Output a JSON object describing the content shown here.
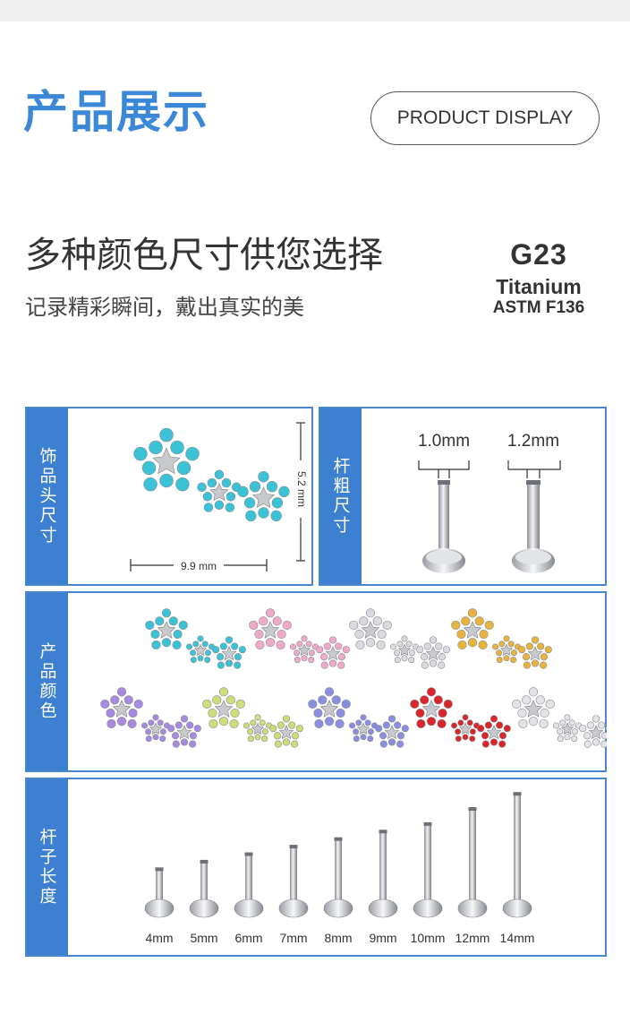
{
  "header": {
    "title_cn": "产品展示",
    "title_en": "PRODUCT DISPLAY"
  },
  "intro": {
    "headline": "多种颜色尺寸供您选择",
    "subline": "记录精彩瞬间，戴出真实的美",
    "material_grade": "G23",
    "material_name": "Titanium",
    "material_standard": "ASTM F136"
  },
  "panels": {
    "head_size": {
      "tab_label": "饰品头尺寸",
      "width_label": "9.9 mm",
      "height_label": "5.2 mm"
    },
    "bar_thickness": {
      "tab_label": "杆粗尺寸",
      "sizes": [
        "1.0mm",
        "1.2mm"
      ]
    },
    "colors": {
      "tab_label": "产品颜色",
      "variants": [
        {
          "name": "aqua",
          "color": "#3cc2d6"
        },
        {
          "name": "pink",
          "color": "#f0a9c9"
        },
        {
          "name": "clear",
          "color": "#d9dadf"
        },
        {
          "name": "gold",
          "color": "#e9b23c"
        },
        {
          "name": "purple",
          "color": "#a58ae0"
        },
        {
          "name": "peridot",
          "color": "#cfdc7a"
        },
        {
          "name": "ab",
          "color": "#8a8ee0"
        },
        {
          "name": "red",
          "color": "#d8262b"
        },
        {
          "name": "white",
          "color": "#e3e3e7"
        }
      ]
    },
    "bar_length": {
      "tab_label": "杆子长度",
      "lengths": [
        "4mm",
        "5mm",
        "6mm",
        "7mm",
        "8mm",
        "9mm",
        "10mm",
        "12mm",
        "14mm"
      ]
    }
  }
}
